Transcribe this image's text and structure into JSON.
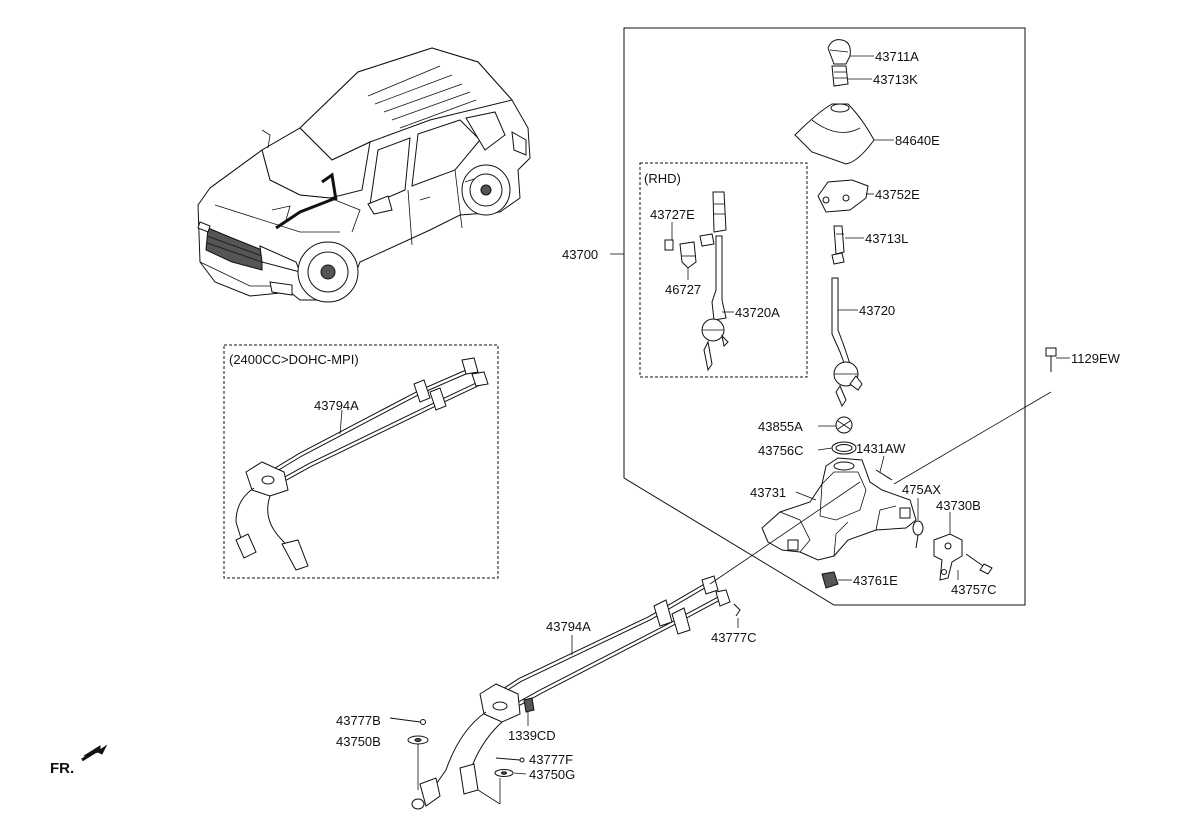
{
  "labels": {
    "p43711A": "43711A",
    "p43713K": "43713K",
    "p84640E": "84640E",
    "p43752E": "43752E",
    "p43713L": "43713L",
    "p43720": "43720",
    "p43700": "43700",
    "pRHD": "(RHD)",
    "p43727E": "43727E",
    "p46727": "46727",
    "p43720A": "43720A",
    "p1129EW": "1129EW",
    "p43855A": "43855A",
    "p43756C": "43756C",
    "p1431AW": "1431AW",
    "p43731": "43731",
    "p475AX": "475AX",
    "p43730B": "43730B",
    "p43761E": "43761E",
    "p43757C": "43757C",
    "pEngine": "(2400CC>DOHC-MPI)",
    "p43794A_top": "43794A",
    "p43794A_bottom": "43794A",
    "p43777C": "43777C",
    "p43777B": "43777B",
    "p43750B": "43750B",
    "p1339CD": "1339CD",
    "p43777F": "43777F",
    "p43750G": "43750G",
    "fr": "FR."
  }
}
